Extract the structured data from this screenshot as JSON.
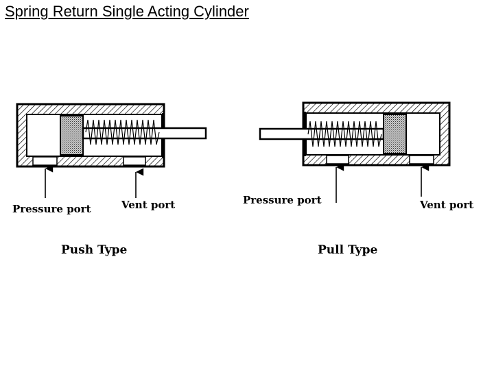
{
  "page": {
    "title": "Spring Return Single Acting Cylinder"
  },
  "diagrams": [
    {
      "pressure_port_label": "Pressure  port",
      "vent_port_label": "Vent port",
      "type_label": "Push Type"
    },
    {
      "pressure_port_label": "Pressure  port",
      "vent_port_label": "Vent port",
      "type_label": "Pull Type"
    }
  ]
}
